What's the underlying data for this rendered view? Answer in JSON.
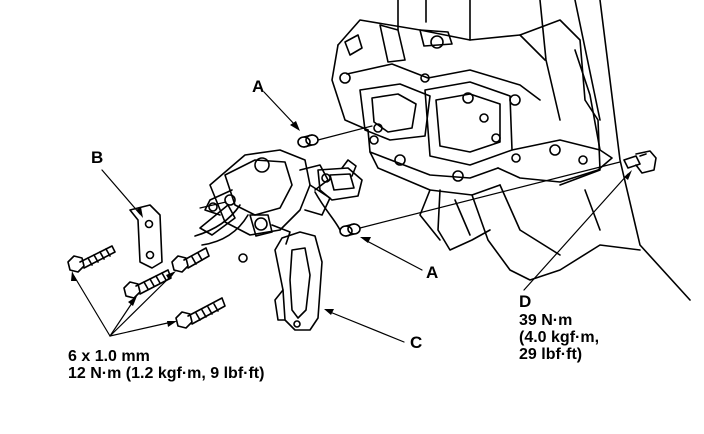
{
  "labels": {
    "a_top": "A",
    "a_bottom": "A",
    "b": "B",
    "c": "C",
    "d": "D"
  },
  "specs": {
    "bolts": {
      "line1": "6 x 1.0 mm",
      "line2": "12 N·m (1.2 kgf·m, 9 lbf·ft)"
    },
    "d": {
      "line1": "39 N·m",
      "line2": "(4.0 kgf·m,",
      "line3": "29 lbf·ft)"
    }
  }
}
